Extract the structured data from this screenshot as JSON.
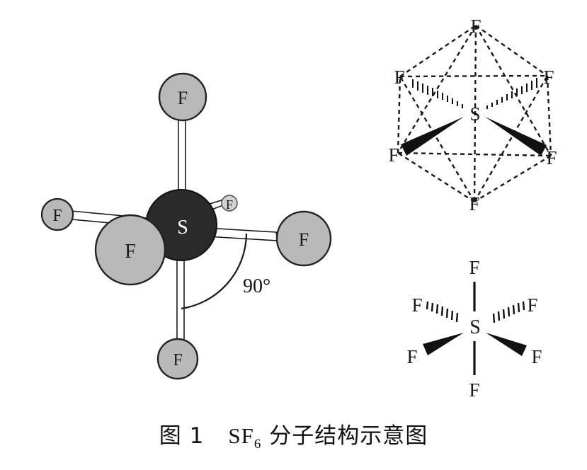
{
  "atoms": {
    "central": "S",
    "ligand": "F"
  },
  "angle": "90°",
  "caption": {
    "figure_no": "图 1",
    "formula_main": "SF",
    "formula_sub": "6",
    "text": "分子结构示意图"
  },
  "colors": {
    "ligand_fill": "#b9b9b9",
    "central_fill": "#2a2a2a",
    "line": "#1a1a1a"
  }
}
